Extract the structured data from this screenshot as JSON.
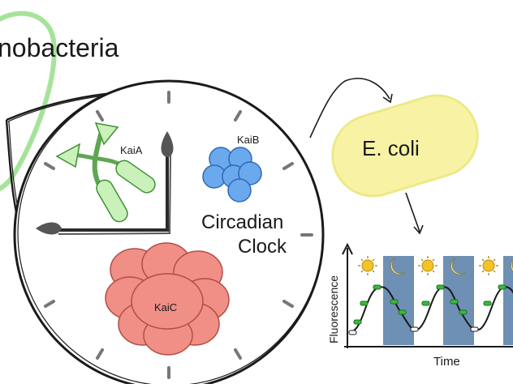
{
  "labels": {
    "cyanobacteria": "nobacteria",
    "kaia": "KaiA",
    "kaib": "KaiB",
    "kaic": "KaiC",
    "clock_line1": "Circadian",
    "clock_line2": "Clock",
    "ecoli": "E. coli",
    "ylabel": "Fluorescence",
    "xlabel": "Time"
  },
  "colors": {
    "cyano_outline": "#a6e39a",
    "ecoli_fill": "#f8f3a4",
    "ecoli_outline": "#ecea88",
    "kaia_fill": "#c9f1b9",
    "kaia_stroke": "#3f8f36",
    "kaib_fill": "#6aa9ee",
    "kaib_stroke": "#2f69b3",
    "kaic_fill": "#f08f86",
    "kaic_stroke": "#b34d44",
    "night_band": "#6e90b4",
    "sun": "#f3c428",
    "moon": "#f6eeb0",
    "reporter": "#37bb3b",
    "ink": "#1a1a1a"
  },
  "chart_data": {
    "type": "line",
    "xlabel": "Time",
    "ylabel": "Fluorescence",
    "grid": false,
    "legend": "none",
    "cycle_pattern": [
      "day",
      "night",
      "day",
      "night",
      "day",
      "night"
    ],
    "icons": [
      "sun-icon",
      "moon-icon",
      "sun-icon",
      "moon-icon",
      "sun-icon",
      "moon-icon"
    ]
  }
}
